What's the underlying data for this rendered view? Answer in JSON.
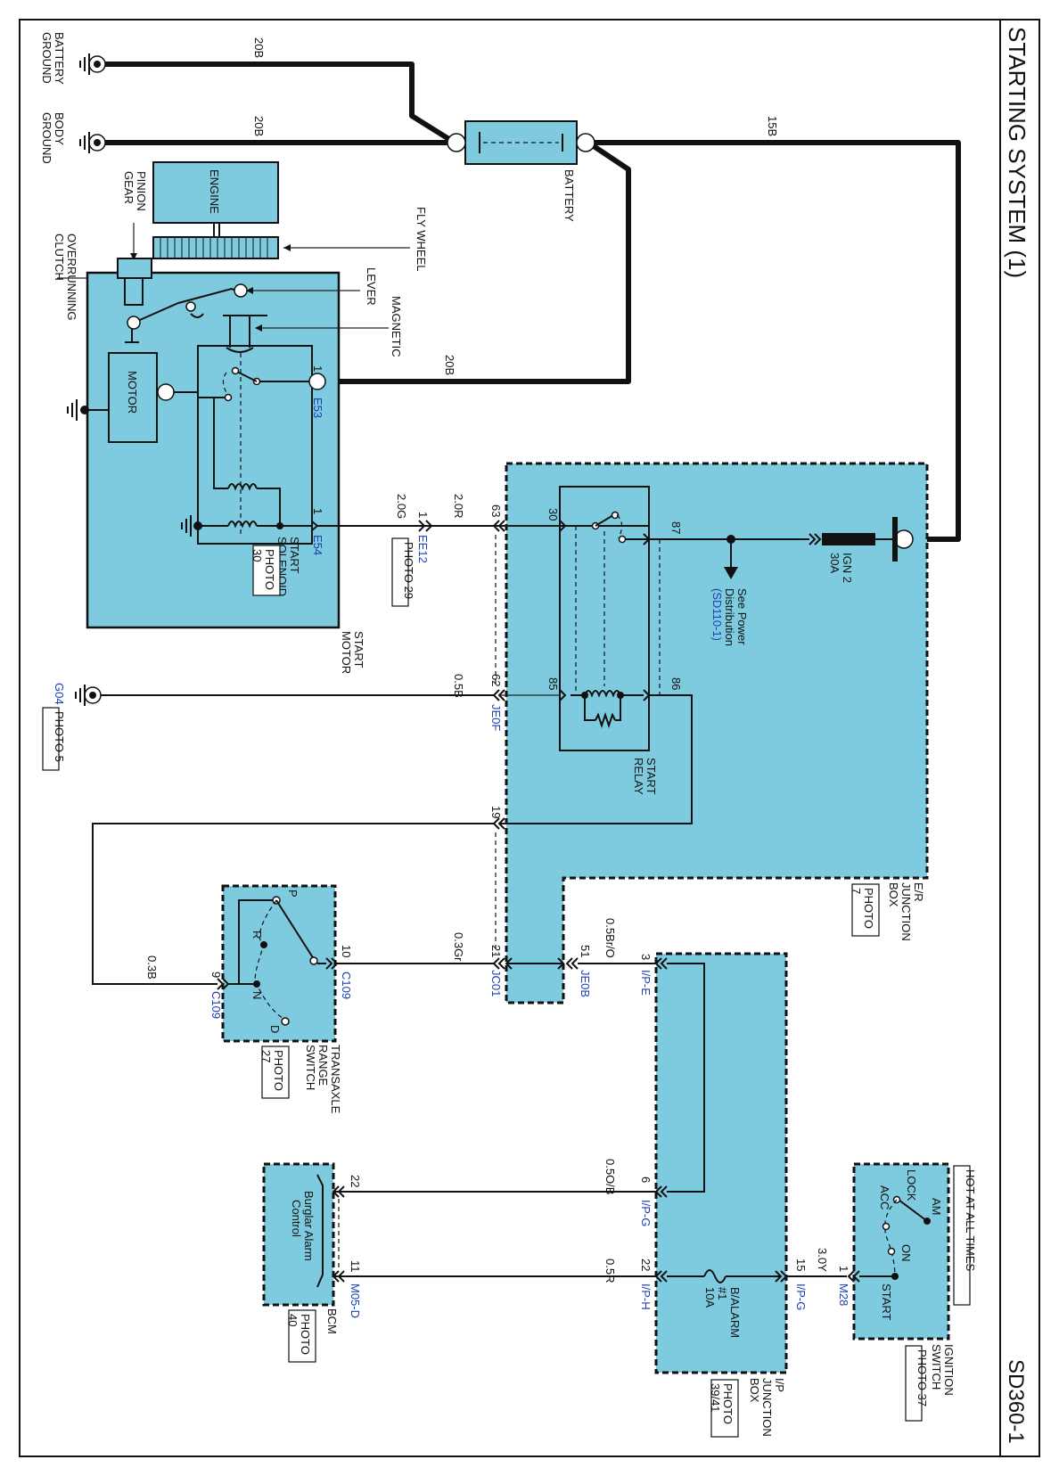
{
  "title": "STARTING SYSTEM (1)",
  "code": "SD360-1",
  "hot_at_all_times": "HOT AT ALL TIMES",
  "grounds": {
    "battery": [
      "BATTERY",
      "GROUND"
    ],
    "body": [
      "BODY",
      "GROUND"
    ],
    "g04": "G04",
    "g04_photo": "PHOTO 5"
  },
  "battery_label": "BATTERY",
  "engine": {
    "engine": "ENGINE",
    "fly_wheel": "FLY WHEEL",
    "pinion_gear": [
      "PINION",
      "GEAR"
    ],
    "overrunning_clutch": [
      "OVERRUNNING",
      "CLUTCH"
    ],
    "lever": "LEVER",
    "magnetic": "MAGNETIC",
    "motor": "MOTOR"
  },
  "start_motor": {
    "name": [
      "START",
      "MOTOR"
    ],
    "solenoid": [
      "START",
      "SOLENOID"
    ],
    "solenoid_photo": [
      "PHOTO",
      "30"
    ],
    "e53": "E53",
    "e54": "E54",
    "pin_e53": "1",
    "pin_e54": "1"
  },
  "wires": {
    "batt_gnd": "20B",
    "body_gnd": "20B",
    "batt_pos": "15B",
    "batt_motor": "20B",
    "sol_ee12": "2.0G",
    "ee12_relay": "2.0R",
    "g04": "0.5B",
    "c109_9": "0.3B",
    "c109_10": "0.3Gr",
    "jeob": "0.5Br/O",
    "ip_g_6": "0.5O/B",
    "ip_h_22": "0.5R",
    "ign": "3.0Y"
  },
  "ee12": {
    "pin": "1",
    "code": "EE12",
    "photo": "PHOTO 29"
  },
  "er_junction": {
    "name": [
      "E/R",
      "JUNCTION",
      "BOX"
    ],
    "photo": [
      "PHOTO",
      "7"
    ],
    "fuse": [
      "IGN 2",
      "30A"
    ],
    "see_power": [
      "See Power",
      "Distribution"
    ],
    "see_power_ref": "(SD110-1)",
    "relay": [
      "START",
      "RELAY"
    ],
    "pins": {
      "p63": "63",
      "p62": "62",
      "p19": "19",
      "p21": "21",
      "p51": "51",
      "r30": "30",
      "r87": "87",
      "r85": "85",
      "r86": "86"
    },
    "je0f": "JE0F",
    "jc01": "JC01",
    "je0b": "JE0B"
  },
  "transaxle": {
    "name": [
      "TRANSAXLE",
      "RANGE",
      "SWITCH"
    ],
    "photo": [
      "PHOTO",
      "27"
    ],
    "positions": [
      "P",
      "R",
      "N",
      "D"
    ],
    "pin9": "9",
    "pin10": "10",
    "c109a": "C109",
    "c109b": "C109"
  },
  "ip_junction": {
    "name": [
      "I/P",
      "JUNCTION",
      "BOX"
    ],
    "photo": [
      "PHOTO",
      "39/41"
    ],
    "fuse": [
      "B/ALARM",
      "#1",
      "10A"
    ],
    "pins": {
      "p3": "3",
      "p6": "6",
      "p22": "22",
      "p15": "15"
    },
    "ipe": "I/P-E",
    "ipg": "I/P-G",
    "iph": "I/P-H",
    "ipg2": "I/P-G"
  },
  "bcm": {
    "name": "BCM",
    "photo": [
      "PHOTO",
      "40"
    ],
    "label": [
      "Burglar Alarm",
      "Control"
    ],
    "pin22": "22",
    "pin11": "11",
    "m05d": "M05-D"
  },
  "ignition": {
    "name": [
      "IGNITION",
      "SWITCH"
    ],
    "photo": "PHOTO 37",
    "positions": [
      "LOCK",
      "ACC",
      "ON",
      "START",
      "AM"
    ],
    "pin1": "1",
    "m28": "M28"
  }
}
